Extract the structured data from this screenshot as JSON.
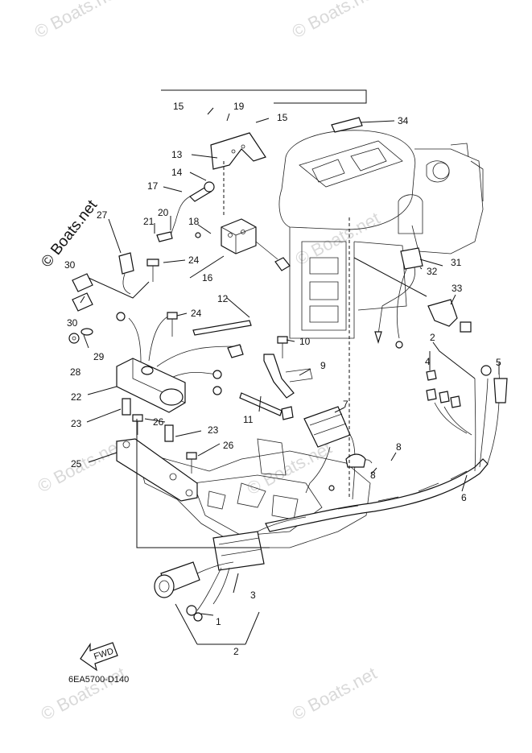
{
  "watermarks": [
    "© Boats.net",
    "© Boats.net",
    "© Boats.net",
    "© Boats.net",
    "© Boats.net",
    "© Boats.net",
    "© Boats.net"
  ],
  "brand_label": "© Boats.net",
  "drawing_code": "6EA5700-D140",
  "fwd_label": "FWD",
  "callouts": {
    "c1": "1",
    "c2a": "2",
    "c2b": "2",
    "c3": "3",
    "c4": "4",
    "c5": "5",
    "c6": "6",
    "c7": "7",
    "c8a": "8",
    "c8b": "8",
    "c9": "9",
    "c10": "10",
    "c11": "11",
    "c12": "12",
    "c13": "13",
    "c14": "14",
    "c15a": "15",
    "c15b": "15",
    "c16": "16",
    "c17": "17",
    "c18": "18",
    "c19": "19",
    "c20": "20",
    "c21": "21",
    "c22": "22",
    "c23a": "23",
    "c23b": "23",
    "c24a": "24",
    "c24b": "24",
    "c25": "25",
    "c26a": "26",
    "c26b": "26",
    "c27": "27",
    "c28": "28",
    "c29": "29",
    "c30a": "30",
    "c30b": "30",
    "c31": "31",
    "c32": "32",
    "c33": "33",
    "c34": "34"
  }
}
